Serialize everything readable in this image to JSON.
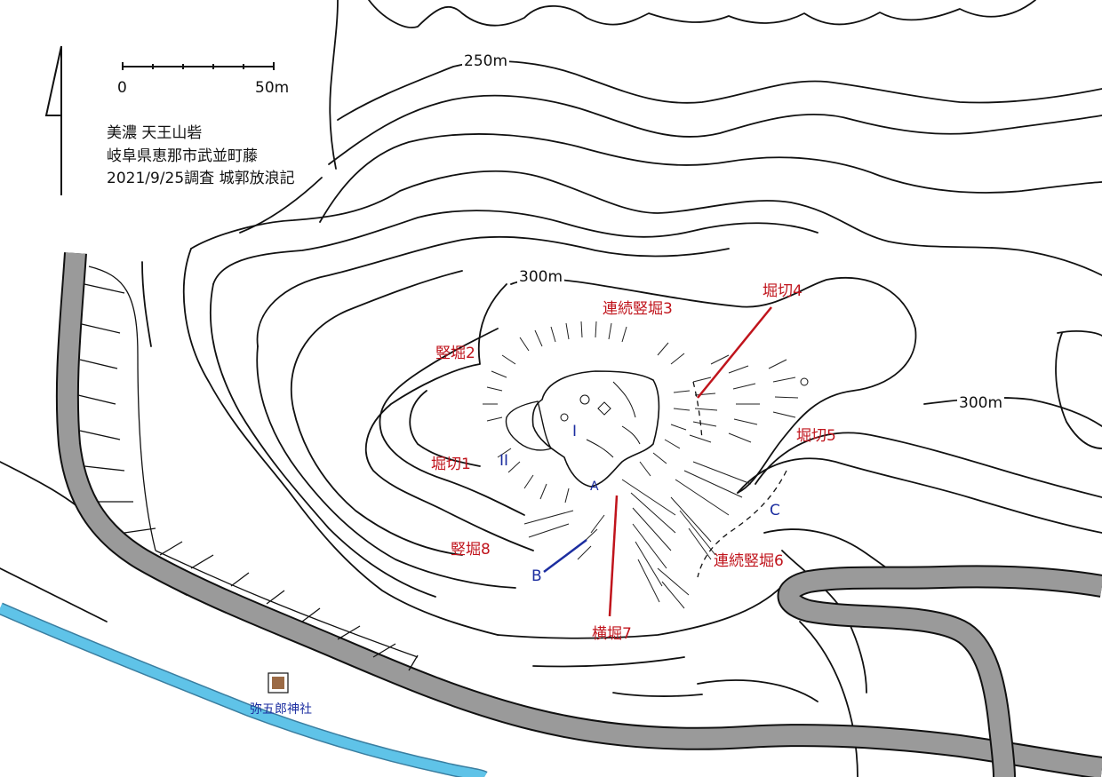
{
  "title": {
    "line1": "美濃 天王山砦",
    "line2": "岐阜県恵那市武並町藤",
    "line3": "2021/9/25調査 城郭放浪記"
  },
  "scale": {
    "zero": "0",
    "max": "50m"
  },
  "contours": {
    "c250": "250m",
    "c300a": "300m",
    "c300b": "300m"
  },
  "features": {
    "tatebori2": "竪堀2",
    "renzoku3": "連続竪堀3",
    "horikiri4": "堀切4",
    "horikiri5": "堀切5",
    "horikiri1": "堀切1",
    "tatebori8": "竪堀8",
    "yokobori7": "横堀7",
    "renzoku6": "連続竪堀6"
  },
  "areas": {
    "kuruwa1": "I",
    "kuruwa2": "II",
    "pointA": "A",
    "pointB": "B",
    "pointC": "C"
  },
  "shrine": {
    "name": "弥五郎神社"
  },
  "colors": {
    "feature_red": "#c0141c",
    "area_blue": "#1c2ea0",
    "road_gray": "#9a9a9a",
    "river_blue": "#5fc3e8",
    "shrine_brown": "#9b6a45",
    "ink": "#111111"
  },
  "icons": {
    "north": "north-arrow-icon",
    "shrine": "shrine-icon"
  }
}
